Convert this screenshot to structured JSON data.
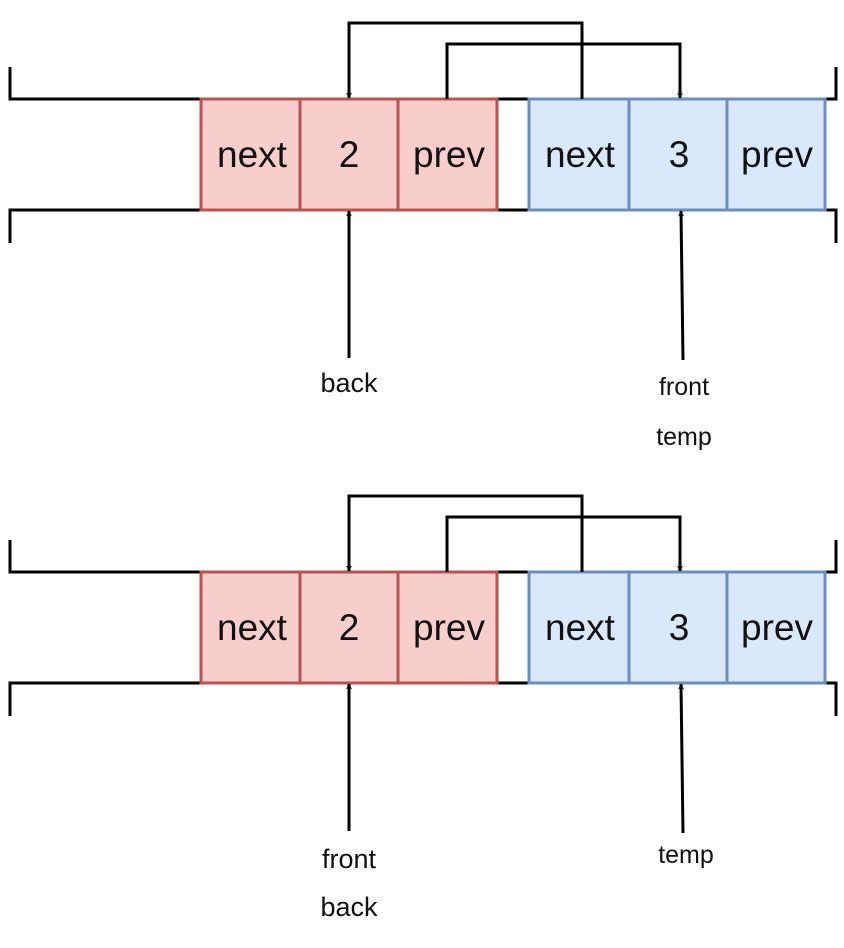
{
  "colors": {
    "red_fill": "#f8cecc",
    "red_stroke": "#b85450",
    "blue_fill": "#dae8fc",
    "blue_stroke": "#6c8ebf",
    "line": "#000000"
  },
  "diagrams": [
    {
      "red_node": {
        "next": "next",
        "value": "2",
        "prev": "prev"
      },
      "blue_node": {
        "next": "next",
        "value": "3",
        "prev": "prev"
      },
      "left_pointer_labels": [
        "back"
      ],
      "right_pointer_labels": [
        "front",
        "temp"
      ]
    },
    {
      "red_node": {
        "next": "next",
        "value": "2",
        "prev": "prev"
      },
      "blue_node": {
        "next": "next",
        "value": "3",
        "prev": "prev"
      },
      "left_pointer_labels": [
        "front",
        "back"
      ],
      "right_pointer_labels": [
        "temp"
      ]
    }
  ]
}
